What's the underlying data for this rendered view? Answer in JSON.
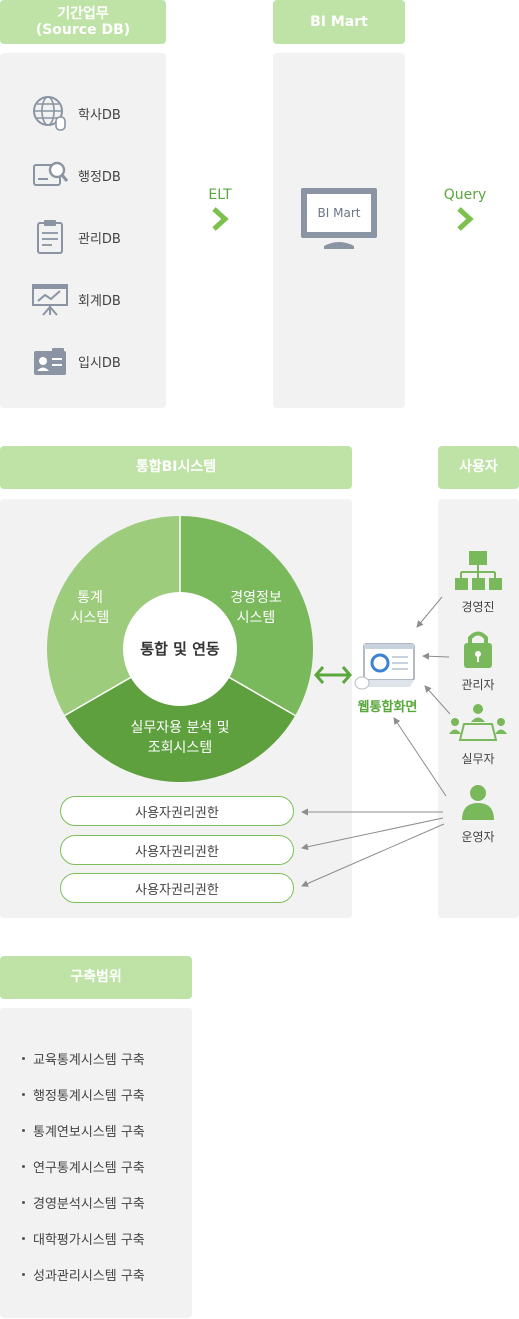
{
  "source": {
    "header": "기간업무\n(Source DB)",
    "items": [
      {
        "icon": "globe-icon",
        "label": "학사DB"
      },
      {
        "icon": "search-id-icon",
        "label": "행정DB"
      },
      {
        "icon": "clipboard-icon",
        "label": "관리DB"
      },
      {
        "icon": "presentation-icon",
        "label": "회계DB"
      },
      {
        "icon": "id-card-icon",
        "label": "입시DB"
      }
    ]
  },
  "flow": {
    "elt": "ELT",
    "query": "Query"
  },
  "mart": {
    "header": "BI Mart",
    "monitor_label": "BI Mart"
  },
  "system": {
    "header": "통합BI시스템",
    "segment_left": "통계\n시스템",
    "segment_right": "경영정보\n시스템",
    "segment_bottom": "실무자용 분석 및\n조회시스템",
    "center": "통합 및 연동",
    "web_screen": "웹통합화면",
    "permissions": [
      "사용자권리권한",
      "사용자권리권한",
      "사용자권리권한"
    ]
  },
  "users": {
    "header": "사용자",
    "items": [
      {
        "icon": "org-chart-icon",
        "label": "경영진"
      },
      {
        "icon": "lock-icon",
        "label": "관리자"
      },
      {
        "icon": "meeting-icon",
        "label": "실무자"
      },
      {
        "icon": "person-icon",
        "label": "운영자"
      }
    ]
  },
  "scope": {
    "header": "구축범위",
    "items": [
      "교육통계시스템 구축",
      "행정통계시스템 구축",
      "통계연보시스템 구축",
      "연구통계시스템 구축",
      "경영분석시스템 구축",
      "대학평가시스템 구축",
      "성과관리시스템 구축"
    ]
  },
  "colors": {
    "header_bg": "#bfe3a6",
    "panel_bg": "#f2f2f2",
    "accent": "#5aa83c",
    "seg_light": "#9ccc7c",
    "seg_mid": "#7ab85c",
    "seg_dark": "#5e9f3e"
  }
}
